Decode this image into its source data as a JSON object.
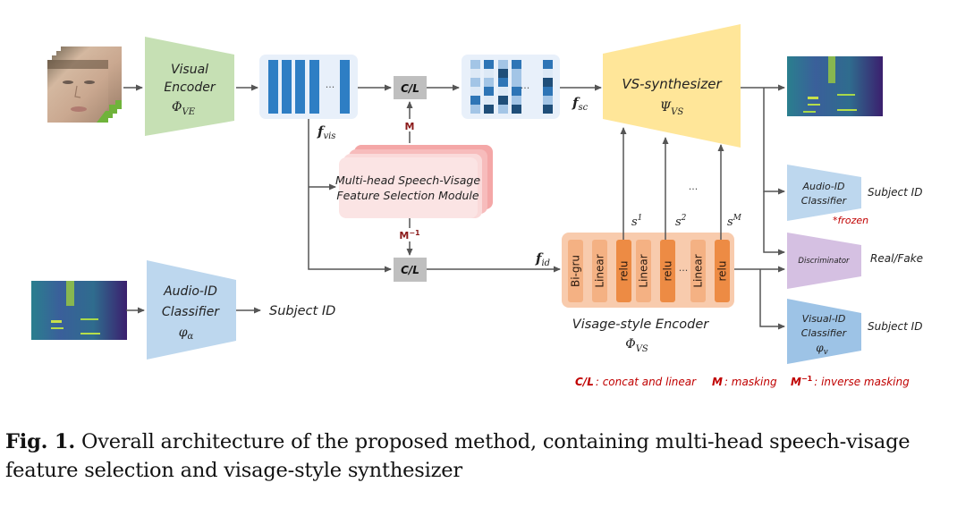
{
  "figure": {
    "number_label": "Fig. 1.",
    "caption": "Overall architecture of the proposed method, containing multi-head speech-visage feature selection and visage-style synthesizer"
  },
  "colors": {
    "visual_encoder": "#c6e0b4",
    "feature_panel": "#e8f0fa",
    "feature_bar": "#2e7ec4",
    "cl_box": "#bfbfbf",
    "synthesizer": "#ffe699",
    "msvfs_module": "#fbe0e0",
    "msvfs_shadow": "#f4a7a7",
    "audio_classifier": "#bdd7ee",
    "visual_classifier": "#9dc3e6",
    "discriminator": "#d5c0e2",
    "encoder_panel": "#f8cbad",
    "encoder_light": "#f4b183",
    "encoder_relu": "#ed8b44",
    "legend_red": "#c00000",
    "mask_label": "#8b1a1a"
  },
  "visual_encoder": {
    "title_line1": "Visual",
    "title_line2": "Encoder",
    "symbol": "Φ",
    "subscript": "VE"
  },
  "feature_vis": {
    "label": "f",
    "subscript": "vis",
    "ellipsis": "···"
  },
  "concat_top": {
    "label": "C/L",
    "mask": "M"
  },
  "feature_sc": {
    "label": "f",
    "subscript": "sc",
    "ellipsis": "···",
    "grid": [
      [
        1,
        3,
        1,
        3,
        3
      ],
      [
        0,
        0,
        4,
        1,
        0
      ],
      [
        1,
        1,
        3,
        1,
        4
      ],
      [
        0,
        3,
        0,
        3,
        3
      ],
      [
        3,
        0,
        4,
        1,
        1
      ],
      [
        1,
        4,
        1,
        4,
        4
      ]
    ],
    "shades": [
      "#dde9f6",
      "#a3c5e6",
      "#bcd5ee",
      "#2e75b6",
      "#1f4e79"
    ]
  },
  "synthesizer": {
    "title": "VS-synthesizer",
    "symbol": "Ψ",
    "subscript": "VS"
  },
  "msvfs": {
    "line1": "Multi-head Speech-Visage",
    "line2": "Feature Selection Module"
  },
  "concat_bottom": {
    "label": "C/L",
    "mask": "M",
    "mask_sup": "−1"
  },
  "feature_id": {
    "label": "f",
    "subscript": "id"
  },
  "style_vectors": [
    {
      "label": "s",
      "sup": "1"
    },
    {
      "label": "s",
      "sup": "2"
    },
    {
      "label": "s",
      "sup": "M"
    }
  ],
  "style_ellipsis": "···",
  "encoder": {
    "blocks": [
      "Bi-gru",
      "Linear",
      "relu",
      "Linear",
      "relu",
      "···",
      "Linear",
      "relu"
    ],
    "title": "Visage-style Encoder",
    "symbol": "Φ",
    "subscript": "VS"
  },
  "audio_id_classifier_left": {
    "line1": "Audio-ID",
    "line2": "Classifier",
    "symbol": "φ",
    "subscript": "α",
    "output": "Subject ID"
  },
  "audio_id_classifier_right": {
    "line1": "Audio-ID",
    "line2": "Classifier",
    "note": "*frozen",
    "output": "Subject ID"
  },
  "discriminator": {
    "label": "Discriminator",
    "output": "Real/Fake"
  },
  "visual_id_classifier": {
    "line1": "Visual-ID",
    "line2": "Classifier",
    "symbol": "φ",
    "subscript": "v",
    "output": "Subject ID"
  },
  "legend": [
    {
      "key": "C/L",
      "key_sup": "",
      "text": ": concat and linear"
    },
    {
      "key": "M",
      "key_sup": "",
      "text": ": masking"
    },
    {
      "key": "M",
      "key_sup": "−1",
      "text": ": inverse masking"
    }
  ]
}
